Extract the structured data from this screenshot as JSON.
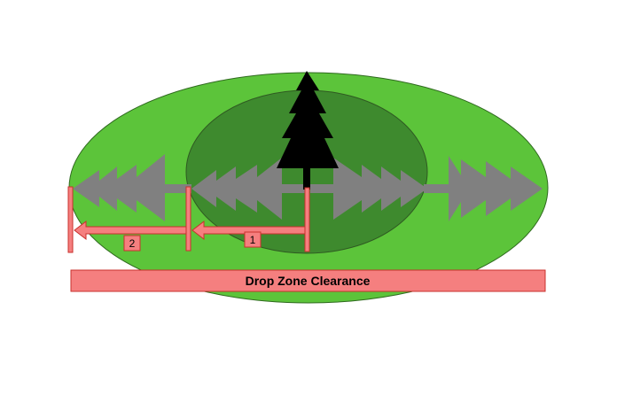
{
  "colors": {
    "outer_zone": "#5cc43a",
    "inner_zone": "#3e8a2e",
    "tree": "#000000",
    "tree_shadow": "#808080",
    "marker": "#f57f7f",
    "marker_border": "#c9302c",
    "background": "#ffffff"
  },
  "clearance_bar": {
    "label": "Drop Zone Clearance"
  },
  "steps": [
    {
      "label": "1"
    },
    {
      "label": "2"
    }
  ]
}
